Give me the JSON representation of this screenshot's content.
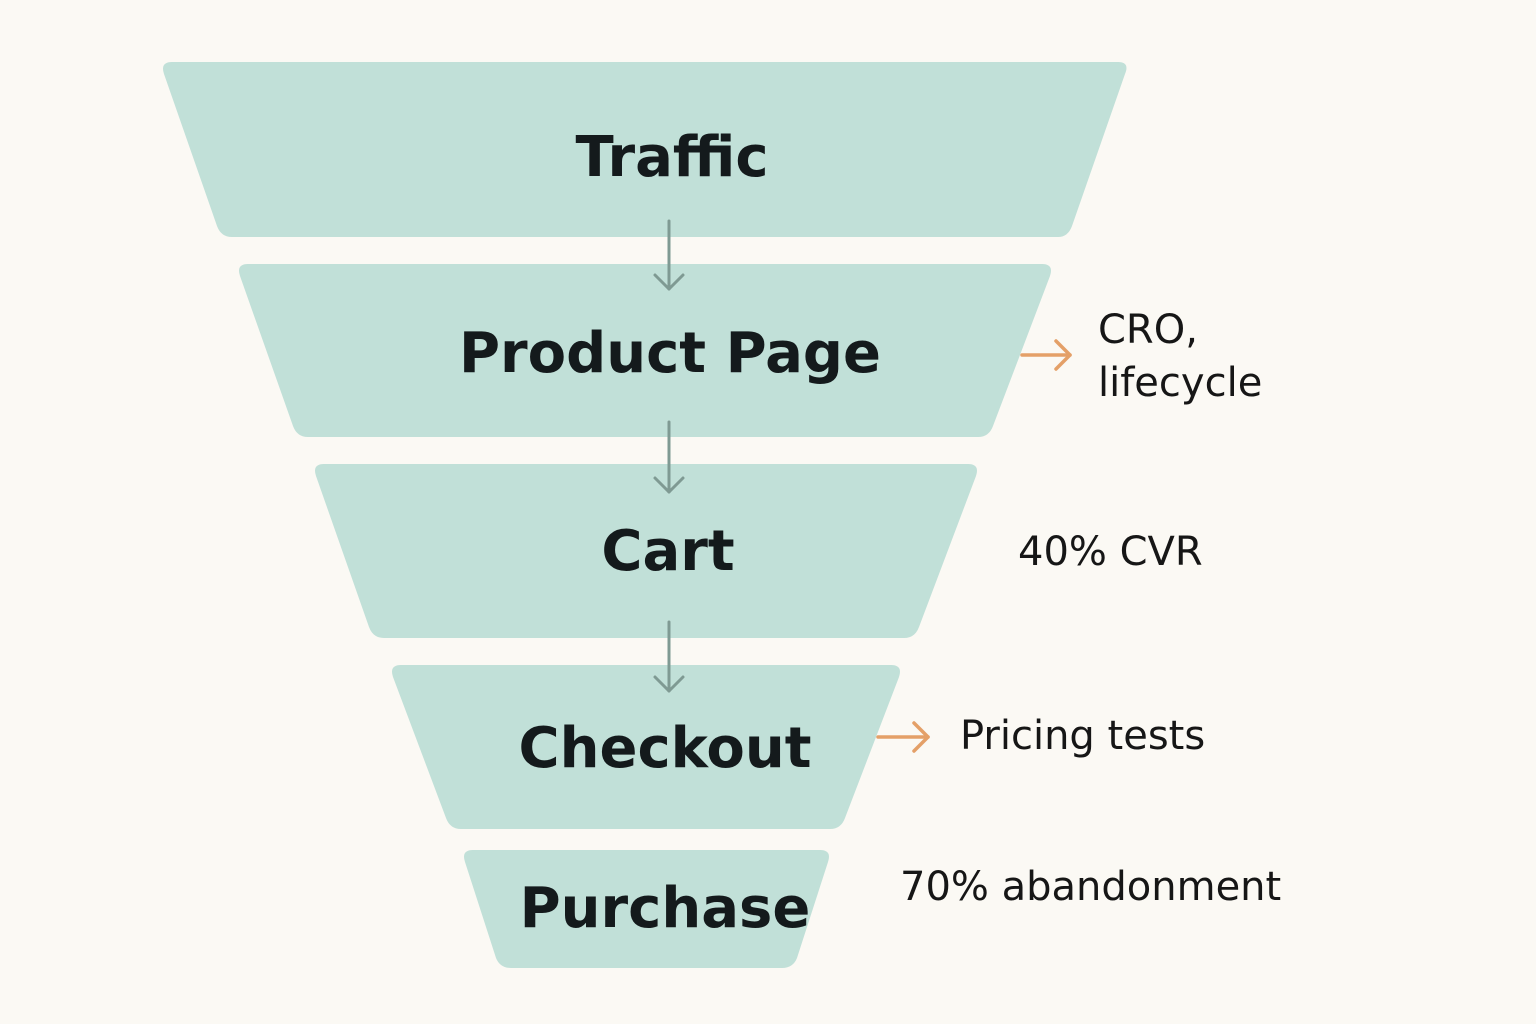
{
  "funnel": {
    "stages": [
      {
        "id": "traffic",
        "label": "Traffic"
      },
      {
        "id": "product-page",
        "label": "Product Page"
      },
      {
        "id": "cart",
        "label": "Cart"
      },
      {
        "id": "checkout",
        "label": "Checkout"
      },
      {
        "id": "purchase",
        "label": "Purchase"
      }
    ]
  },
  "annotations": {
    "product_page_note_line1": "CRO,",
    "product_page_note_line2": "lifecycle",
    "cart_note": "40% CVR",
    "checkout_note": "Pricing tests",
    "purchase_note": "70% abandonment"
  },
  "colors": {
    "stage_fill": "#c1e0d8",
    "flow_arrow": "#7f9a93",
    "callout_arrow": "#e4a068",
    "background": "#fbf9f4"
  }
}
